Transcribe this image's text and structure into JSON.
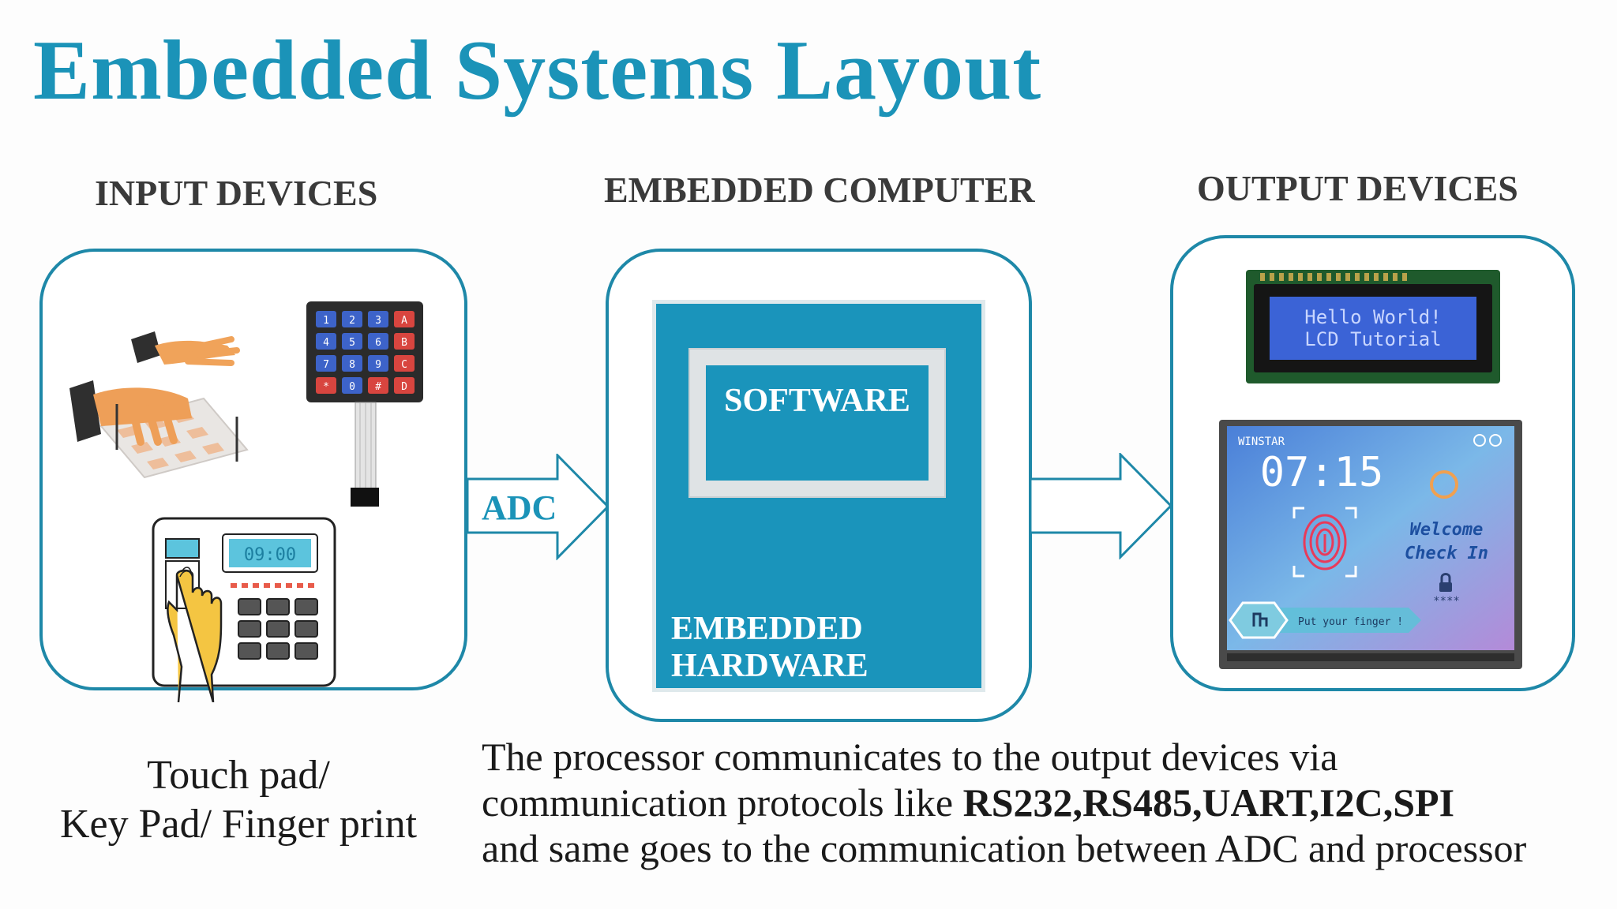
{
  "title": "Embedded Systems Layout",
  "columns": {
    "input": "INPUT DEVICES",
    "computer": "EMBEDDED COMPUTER",
    "output": "OUTPUT DEVICES"
  },
  "connectors": {
    "adc_label": "ADC"
  },
  "computer_box": {
    "software": "SOFTWARE",
    "hardware_line1": "EMBEDDED",
    "hardware_line2": "HARDWARE"
  },
  "input_panel": {
    "keypad_keys": [
      "1",
      "2",
      "3",
      "A",
      "4",
      "5",
      "6",
      "B",
      "7",
      "8",
      "9",
      "C",
      "*",
      "0",
      "#",
      "D"
    ],
    "scanner_display": "09:00",
    "caption_line1": "Touch pad/",
    "caption_line2": "Key Pad/ Finger print"
  },
  "output_panel": {
    "lcd_line1": "Hello World!",
    "lcd_line2": "LCD Tutorial",
    "touch_brand": "WINSTAR",
    "touch_time": "07:15",
    "touch_welcome": "Welcome",
    "touch_checkin": "Check In",
    "touch_dots": "****",
    "touch_prompt": "Put your finger !"
  },
  "description": {
    "line1": "The processor communicates to the output devices via",
    "line2_prefix": "communication protocols like ",
    "line2_protocols": "RS232,RS485,UART,I2C,SPI",
    "line3": "and same goes to the communication between ADC and processor"
  },
  "colors": {
    "accent": "#1b93b8",
    "panel_border": "#1e88a8",
    "computer_fill": "#1a94bb"
  }
}
